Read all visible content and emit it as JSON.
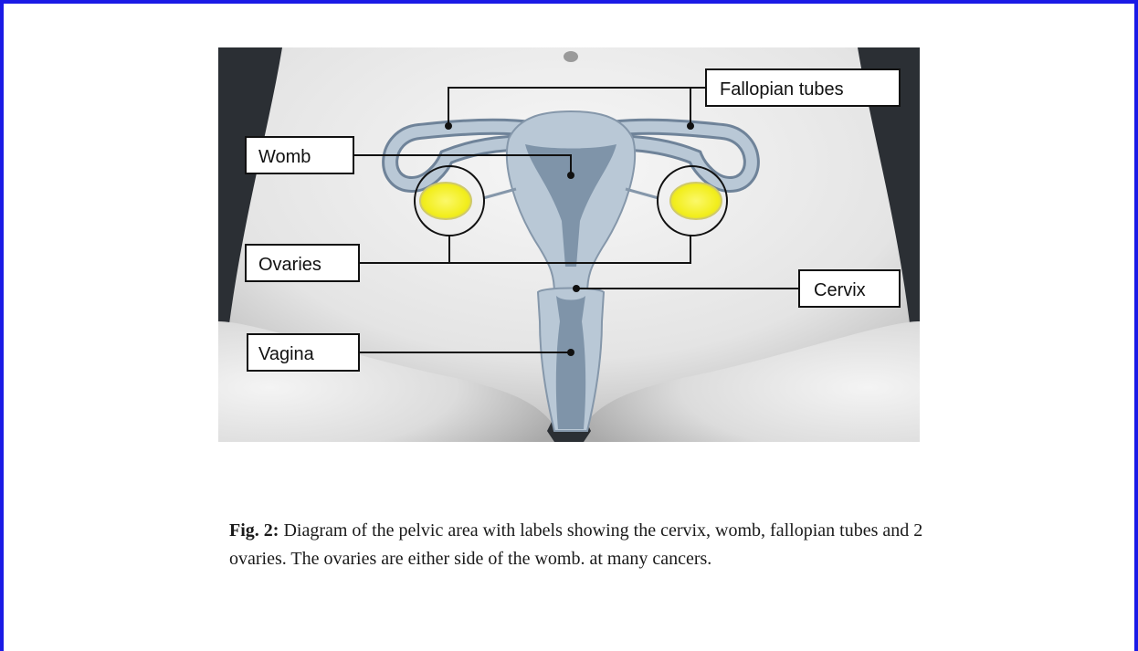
{
  "diagram": {
    "labels": {
      "fallopian_tubes": "Fallopian tubes",
      "womb": "Womb",
      "ovaries": "Ovaries",
      "cervix": "Cervix",
      "vagina": "Vagina"
    },
    "colors": {
      "border": "#1a1ae6",
      "organ_fill": "#b9c8d6",
      "organ_inner": "#7f94a9",
      "ovary_fill": "#f2ee1c",
      "background_dark": "#2b2f34"
    }
  },
  "caption": {
    "prefix": "Fig. 2:",
    "text": " Diagram of the pelvic area with labels showing the cervix, womb, fallopian tubes and 2 ovaries.  The ovaries are either side of the womb. at many cancers."
  }
}
